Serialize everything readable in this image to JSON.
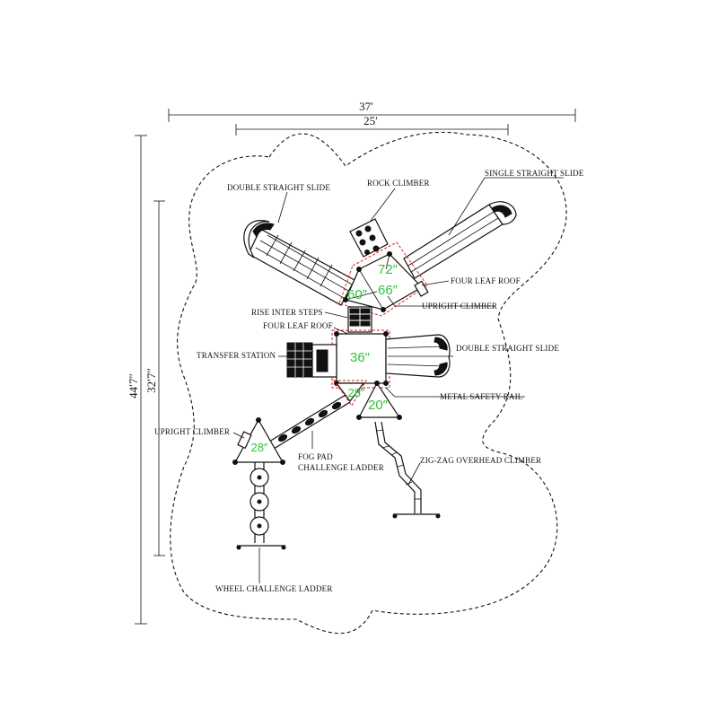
{
  "dimensions": {
    "overall_width": "37′",
    "inner_width": "25′",
    "overall_length": "44′7″",
    "inner_length": "32′7″"
  },
  "labels": {
    "double_straight_slide_top": "DOUBLE STRAIGHT SLIDE",
    "rock_climber": "ROCK CLIMBER",
    "single_straight_slide": "SINGLE STRAIGHT SLIDE",
    "four_leaf_roof_right": "FOUR LEAF ROOF",
    "upright_climber_top": "UPRIGHT CLIMBER",
    "rise_inter_steps": "RISE INTER STEPS",
    "four_leaf_roof_left": "FOUR LEAF ROOF",
    "transfer_station": "TRANSFER STATION",
    "double_straight_slide_right": "DOUBLE STRAIGHT SLIDE",
    "metal_safety_rail": "METAL SAFETY RAIL",
    "upright_climber_left": "UPRIGHT CLIMBER",
    "fog_pad_line1": "FOG PAD",
    "fog_pad_line2": "CHALLENGE LADDER",
    "zig_zag": "ZIG-ZAG OVERHEAD CLIMBER",
    "wheel_ladder": "WHEEL CHALLENGE LADDER"
  },
  "heights": {
    "deck_72": "72″",
    "deck_66": "66″",
    "deck_60": "60″",
    "deck_36": "36″",
    "deck_28_center": "28″",
    "deck_20": "20″",
    "deck_28_left": "28″"
  },
  "colors": {
    "height_text": "#33c23a",
    "deck_outline": "#d22222",
    "line": "#111111"
  }
}
